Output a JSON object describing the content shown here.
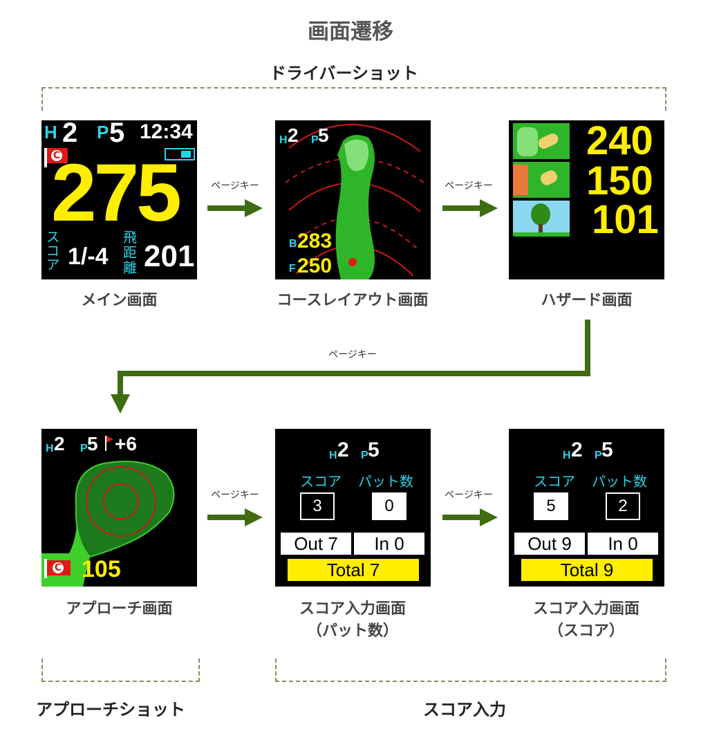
{
  "title": "画面遷移",
  "sections": {
    "driver": "ドライバーショット",
    "approach": "アプローチショット",
    "score": "スコア入力"
  },
  "transition_label": "ページキー",
  "captions": {
    "main": "メイン画面",
    "layout": "コースレイアウト画面",
    "hazard": "ハザード画面",
    "approach": "アプローチ画面",
    "score_putt_1": "スコア入力画面",
    "score_putt_2": "（パット数）",
    "score_score_1": "スコア入力画面",
    "score_score_2": "（スコア）"
  },
  "colors": {
    "arrow": "#3f6b13",
    "cyan": "#2ad4e8",
    "yellow": "#ffee00",
    "green": "#3fcf2a"
  },
  "main_screen": {
    "hole_label": "H",
    "hole": "2",
    "par_label": "P",
    "par": "5",
    "time": "12:34",
    "distance": "275",
    "score_label": "スコア",
    "score": "1/-4",
    "flight_label": "飛距離",
    "flight": "201",
    "flag_letter": "C"
  },
  "layout_screen": {
    "hole_label": "H",
    "hole": "2",
    "par_label": "P",
    "par": "5",
    "back_label": "B",
    "back": "283",
    "front_label": "F",
    "front": "250"
  },
  "hazard_screen": {
    "values": [
      "240",
      "150",
      "101"
    ],
    "icons": [
      "bunker-icon",
      "bunker-icon",
      "tree-icon"
    ]
  },
  "approach_screen": {
    "hole_label": "H",
    "hole": "2",
    "par_label": "P",
    "par": "5",
    "pin_offset": "+6",
    "distance": "105",
    "flag_letter": "C"
  },
  "score_putt_screen": {
    "hole_label": "H",
    "hole": "2",
    "par_label": "P",
    "par": "5",
    "score_label": "スコア",
    "putt_label": "パット数",
    "score": "3",
    "putt": "0",
    "out": "Out 7",
    "in": "In 0",
    "total": "Total 7"
  },
  "score_score_screen": {
    "hole_label": "H",
    "hole": "2",
    "par_label": "P",
    "par": "5",
    "score_label": "スコア",
    "putt_label": "パット数",
    "score": "5",
    "putt": "2",
    "out": "Out 9",
    "in": "In 0",
    "total": "Total 9"
  }
}
